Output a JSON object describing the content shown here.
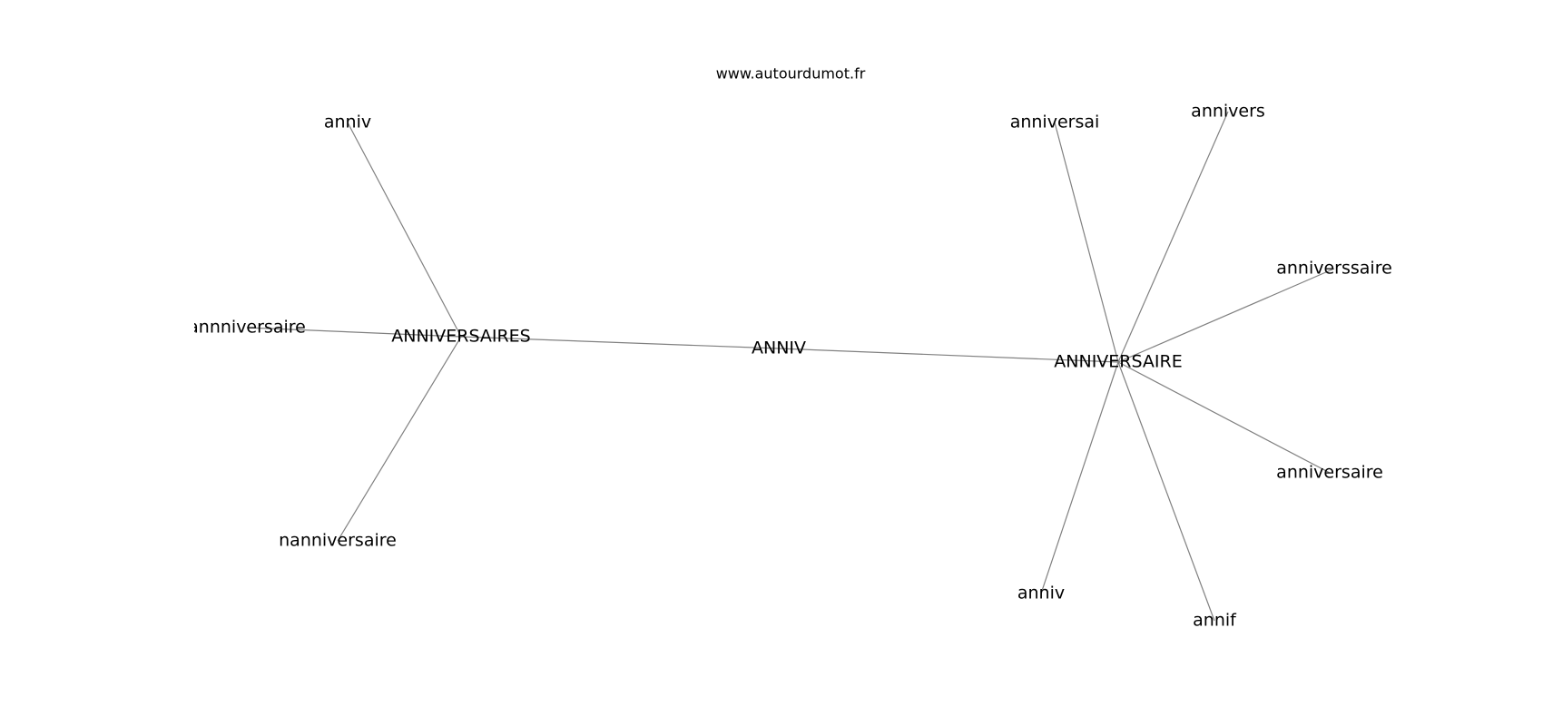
{
  "header": {
    "site": "www.autourdumot.fr"
  },
  "colors": {
    "edge": "#808080",
    "text": "#000000",
    "background": "#ffffff"
  },
  "graph": {
    "nodes": [
      {
        "id": "anniv_center",
        "label": "ANNIV"
      },
      {
        "id": "anniversaires",
        "label": "ANNIVERSAIRES"
      },
      {
        "id": "anniversaire_hub",
        "label": "ANNIVERSAIRE"
      },
      {
        "id": "anniv_left",
        "label": "anniv"
      },
      {
        "id": "annniversaire",
        "label": "annniversaire"
      },
      {
        "id": "nanniversaire",
        "label": "nanniversaire"
      },
      {
        "id": "anniversai",
        "label": "anniversai"
      },
      {
        "id": "annivers",
        "label": "annivers"
      },
      {
        "id": "anniverssaire",
        "label": "anniverssaire"
      },
      {
        "id": "anniversaire_low",
        "label": "anniversaire"
      },
      {
        "id": "anniv_right",
        "label": "anniv"
      },
      {
        "id": "annif",
        "label": "annif"
      }
    ],
    "edges": [
      [
        "anniv_center",
        "anniversaires"
      ],
      [
        "anniv_center",
        "anniversaire_hub"
      ],
      [
        "anniversaires",
        "anniv_left"
      ],
      [
        "anniversaires",
        "annniversaire"
      ],
      [
        "anniversaires",
        "nanniversaire"
      ],
      [
        "anniversaire_hub",
        "anniversai"
      ],
      [
        "anniversaire_hub",
        "annivers"
      ],
      [
        "anniversaire_hub",
        "anniverssaire"
      ],
      [
        "anniversaire_hub",
        "anniversaire_low"
      ],
      [
        "anniversaire_hub",
        "anniv_right"
      ],
      [
        "anniversaire_hub",
        "annif"
      ]
    ]
  }
}
